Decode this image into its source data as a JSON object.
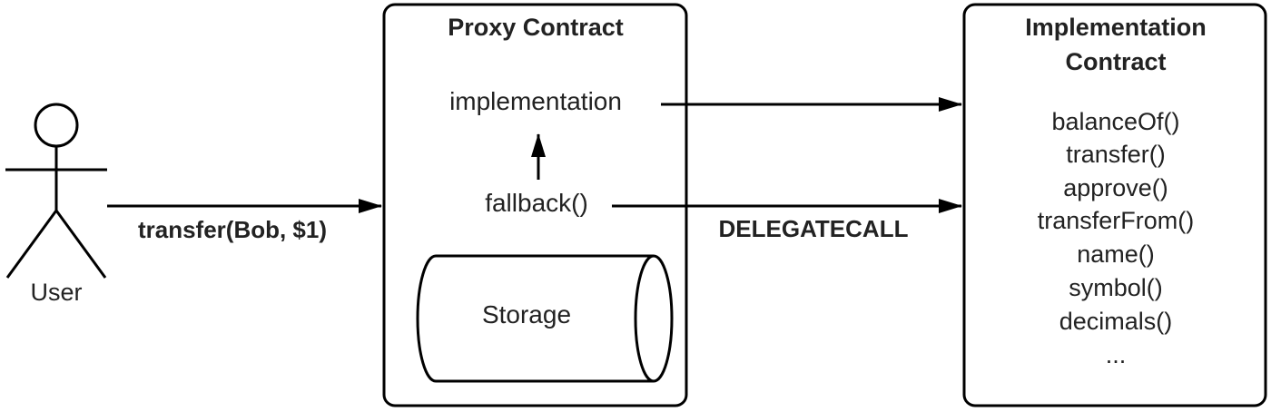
{
  "actor": {
    "label": "User"
  },
  "call": {
    "label": "transfer(Bob, $1)"
  },
  "proxy": {
    "title": "Proxy Contract",
    "implementation_label": "implementation",
    "fallback_label": "fallback()",
    "storage_label": "Storage"
  },
  "delegate": {
    "label": "DELEGATECALL"
  },
  "implementation": {
    "title_line1": "Implementation",
    "title_line2": "Contract",
    "functions": [
      "balanceOf()",
      "transfer()",
      "approve()",
      "transferFrom()",
      "name()",
      "symbol()",
      "decimals()",
      "..."
    ]
  },
  "colors": {
    "stroke": "#000000",
    "text": "#222222",
    "background": "#ffffff"
  }
}
